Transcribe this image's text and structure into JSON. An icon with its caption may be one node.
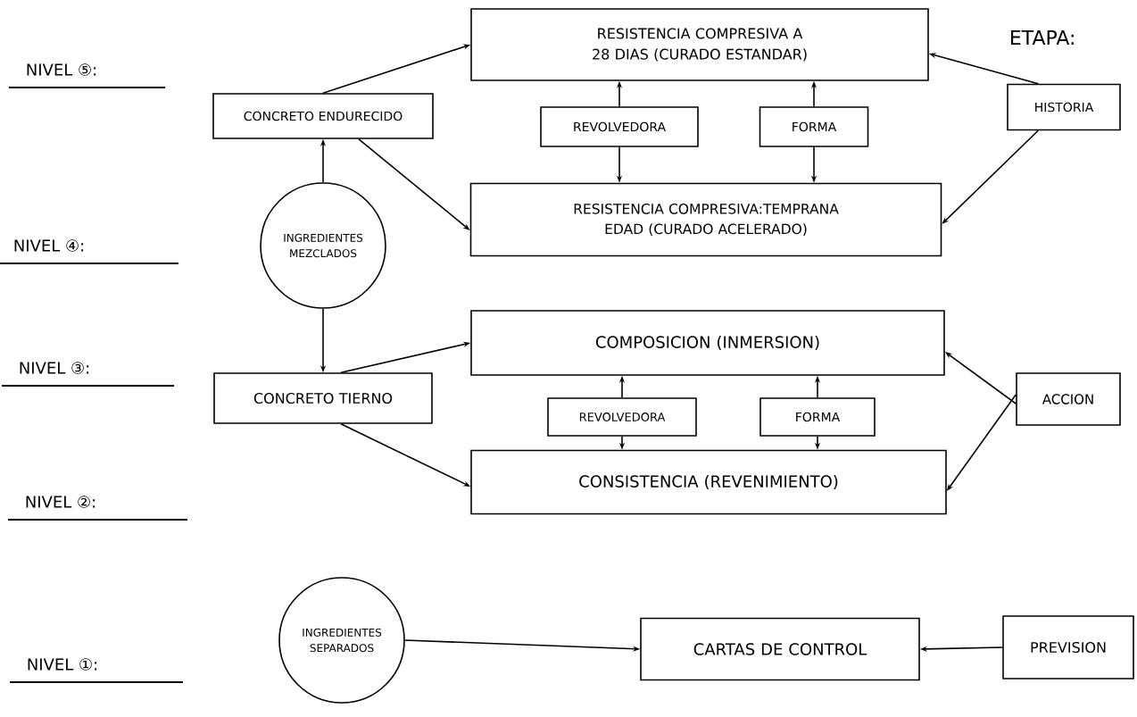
{
  "diagram": {
    "nodes": [
      {
        "text": [
          "RESISTENCIA COMPRESIVA A 28 DIAS (CURADO ESTANDAR)"
        ]
      },
      {
        "text": [
          "CONCRETO ENDURECIDO"
        ]
      },
      {
        "text": [
          "REVOLVEDORA"
        ]
      },
      {
        "text": [
          "FORMA"
        ]
      },
      {
        "text": [
          "HISTORIA"
        ]
      },
      {
        "text": [
          "RESISTENCIA COMPRESIVA:TEMPRANA EDAD (CURADO ACELERADO)"
        ]
      },
      {
        "text": [
          "INGREDIENTES MEZCLADOS"
        ]
      },
      {
        "text": [
          "COMPOSICION (INMERSION)"
        ]
      },
      {
        "text": [
          "CONCRETO TIERNO"
        ]
      },
      {
        "text": [
          "REVOLVEDORA"
        ]
      },
      {
        "text": [
          "FORMA"
        ]
      },
      {
        "text": [
          "ACCION"
        ]
      },
      {
        "text": [
          "CONSISTENCIA (REVENIMIENTO)"
        ]
      },
      {
        "text": [
          "INGREDIENTES SEPARADOS"
        ]
      },
      {
        "text": [
          "CARTAS DE CONTROL"
        ]
      },
      {
        "text": [
          "PREVISION"
        ]
      }
    ],
    "edges": [
      {
        "from": 1,
        "to": 0,
        "arrow": "to"
      },
      {
        "from": 1,
        "to": 5,
        "arrow": "to"
      },
      {
        "from": 6,
        "to": 1,
        "arrow": "to"
      },
      {
        "from": 6,
        "to": 8,
        "arrow": "to"
      },
      {
        "from": 8,
        "to": 7,
        "arrow": "to"
      },
      {
        "from": 8,
        "to": 12,
        "arrow": "to"
      },
      {
        "from": 2,
        "to": 0,
        "arrow": "to"
      },
      {
        "from": 2,
        "to": 5,
        "arrow": "to"
      },
      {
        "from": 3,
        "to": 0,
        "arrow": "to"
      },
      {
        "from": 3,
        "to": 5,
        "arrow": "to"
      },
      {
        "from": 4,
        "to": 0,
        "arrow": "to"
      },
      {
        "from": 4,
        "to": 5,
        "arrow": "to"
      },
      {
        "from": 9,
        "to": 7,
        "arrow": "to"
      },
      {
        "from": 9,
        "to": 12,
        "arrow": "to"
      },
      {
        "from": 10,
        "to": 7,
        "arrow": "to"
      },
      {
        "from": 10,
        "to": 12,
        "arrow": "to"
      },
      {
        "from": 11,
        "to": 7,
        "arrow": "to"
      },
      {
        "from": 11,
        "to": 12,
        "arrow": "to"
      },
      {
        "from": 13,
        "to": 14,
        "arrow": "to"
      },
      {
        "from": 15,
        "to": 14,
        "arrow": "to"
      }
    ],
    "labels": [
      "ETAPA:",
      "NIVEL ⑤:",
      "NIVEL ④:",
      "NIVEL ③:",
      "NIVEL ②:",
      "NIVEL ①:"
    ]
  }
}
